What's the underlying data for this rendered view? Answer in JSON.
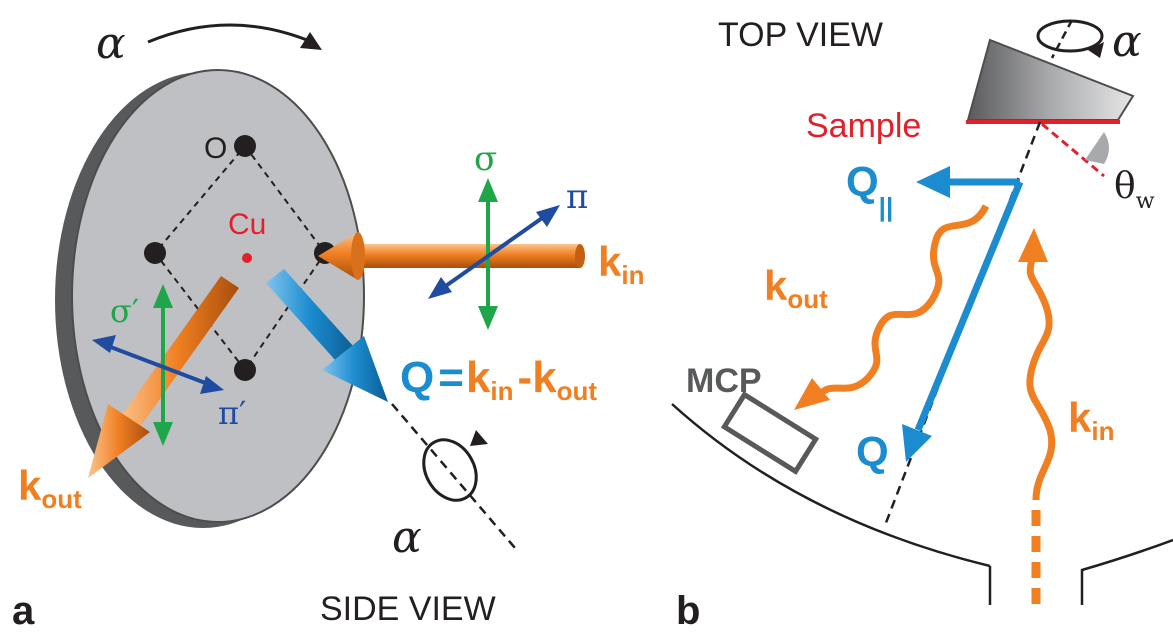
{
  "colors": {
    "orange": "#F07F22",
    "blue": "#1C8CD0",
    "darkblue": "#1F4BA0",
    "green": "#1FA54A",
    "red": "#E2202C",
    "disk": "#BFC0C3",
    "disk_edge": "#58595B"
  },
  "panel_a": {
    "letter": "a",
    "caption": "SIDE VIEW",
    "alpha": "α",
    "alpha_axis": "α",
    "O": "O",
    "Cu": "Cu",
    "sigma": "σ",
    "pi": "π",
    "sigma_prime": "σ′",
    "pi_prime": "π′",
    "k_in": {
      "main": "k",
      "sub": "in"
    },
    "k_out": {
      "main": "k",
      "sub": "out"
    },
    "Q_eq": {
      "Q": "Q",
      "eq": "=",
      "k1": "k",
      "sub1": "in",
      "minus": "-",
      "k2": "k",
      "sub2": "out"
    }
  },
  "panel_b": {
    "letter": "b",
    "caption": "TOP VIEW",
    "alpha": "α",
    "sample": "Sample",
    "theta": {
      "main": "θ",
      "sub": "w"
    },
    "Q_par": {
      "main": "Q",
      "sub": "||"
    },
    "k_out": {
      "main": "k",
      "sub": "out"
    },
    "k_in": {
      "main": "k",
      "sub": "in"
    },
    "MCP": "MCP",
    "Q": "Q"
  }
}
